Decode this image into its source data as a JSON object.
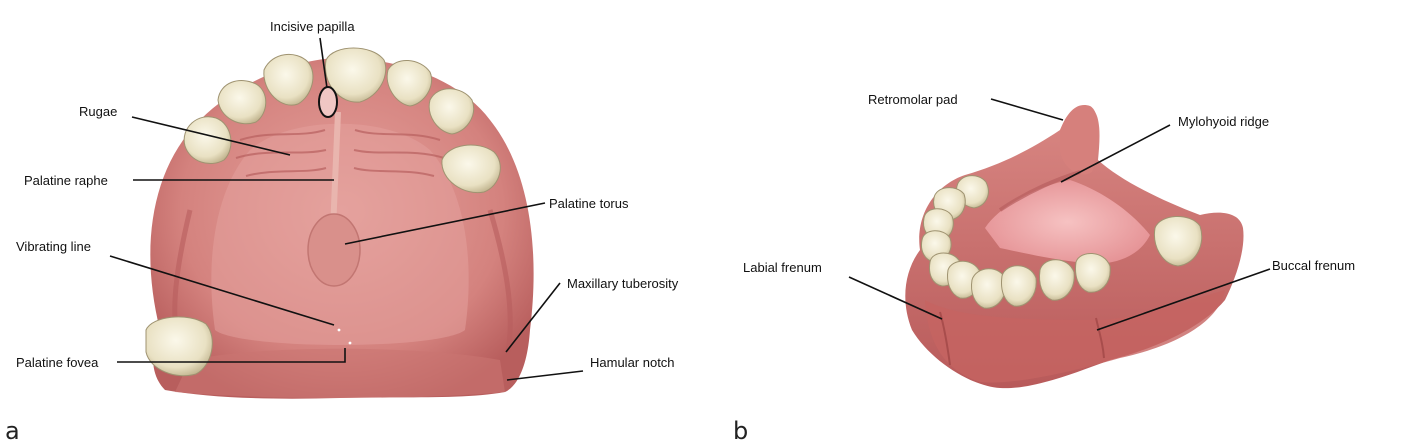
{
  "panels": {
    "a": {
      "letter": "a",
      "labels": {
        "incisive_papilla": "Incisive papilla",
        "rugae": "Rugae",
        "palatine_raphe": "Palatine raphe",
        "palatine_torus": "Palatine torus",
        "vibrating_line": "Vibrating line",
        "maxillary_tuberosity": "Maxillary tuberosity",
        "palatine_fovea": "Palatine fovea",
        "hamular_notch": "Hamular notch"
      }
    },
    "b": {
      "letter": "b",
      "labels": {
        "retromolar_pad": "Retromolar pad",
        "mylohyoid_ridge": "Mylohyoid ridge",
        "labial_frenum": "Labial frenum",
        "buccal_frenum": "Buccal frenum"
      }
    }
  },
  "colors": {
    "gum": "#c96a68",
    "gum_dark": "#a94a4c",
    "palate": "#d88a86",
    "palate_light": "#e8aaa5",
    "tooth": "#efe8cf",
    "tooth_shadow": "#c8bd98",
    "tongue_area": "#f0b2b2"
  }
}
